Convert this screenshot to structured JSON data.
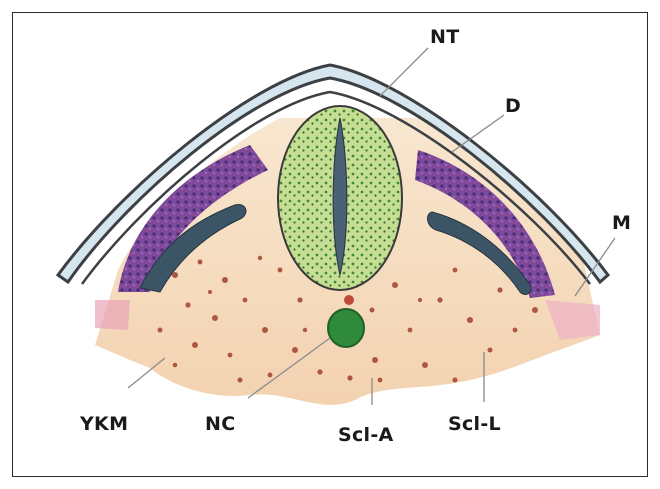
{
  "labels": {
    "nt": "NT",
    "d": "D",
    "m": "M",
    "ykm": "YKM",
    "nc": "NC",
    "scl_a": "Scl-A",
    "scl_l": "Scl-L"
  },
  "colors": {
    "skin_outline": "#3c3f44",
    "skin_fill": "#d6e6ee",
    "mesenchyme": "#f6e2c8",
    "dermomyotome": "#6a3c8e",
    "myotome_dark": "#3c5566",
    "neural_tube": "#bcd98a",
    "neural_tube_dots": "#3f8a3a",
    "notochord": "#2f8a3c",
    "cells": "#a2402a"
  }
}
